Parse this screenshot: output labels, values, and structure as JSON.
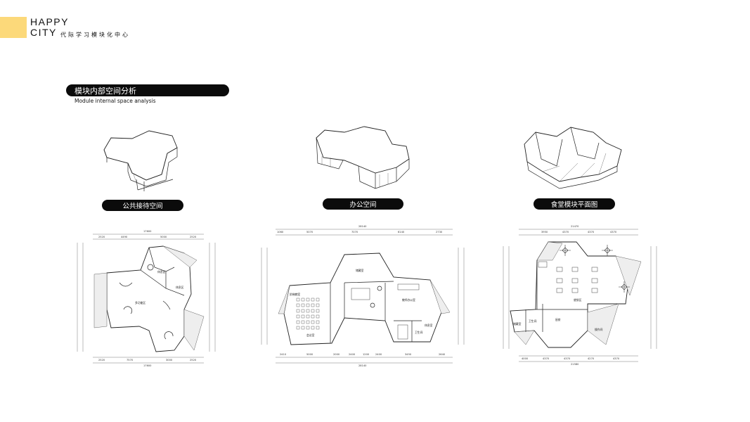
{
  "brand": {
    "line1": "HAPPY",
    "line2": "CITY",
    "subtitle": "代际学习模块化中心",
    "accent_color": "#fcd97a"
  },
  "section": {
    "title": "模块内部空间分析",
    "subtitle": "Module internal space analysis"
  },
  "modules": [
    {
      "label": "公共接待空间"
    },
    {
      "label": "办公空间"
    },
    {
      "label": "食堂模块平面图"
    }
  ],
  "plans": {
    "public": {
      "rooms": [
        "多功能区",
        "休息区",
        "休息区"
      ],
      "dims_top": [
        "17600",
        "2520",
        "4490",
        "5000",
        "2520"
      ],
      "dims_bottom": [
        "2520",
        "7570",
        "3000",
        "2520",
        "17600"
      ]
    },
    "office": {
      "rooms": [
        "储藏室",
        "教师办公室",
        "会议室",
        "休息室",
        "卫生间",
        "阶梯教室"
      ],
      "dims_top": [
        "28140",
        "1060",
        "5070",
        "7070",
        "6140",
        "2730"
      ],
      "dims_bottom": [
        "2410",
        "5000",
        "2000",
        "2400",
        "1200",
        "2400",
        "3450",
        "2640",
        "28140"
      ]
    },
    "canteen": {
      "rooms": [
        "储藏室",
        "厨房",
        "卫生间",
        "操作间",
        "就餐区"
      ],
      "dims_top": [
        "21470",
        "3950",
        "4370",
        "4370",
        "4370"
      ],
      "dims_bottom": [
        "4000",
        "4370",
        "4370",
        "4270",
        "4370",
        "21580"
      ]
    }
  }
}
